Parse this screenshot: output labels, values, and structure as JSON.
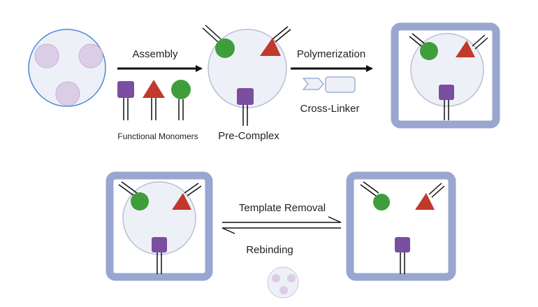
{
  "labels": {
    "assembly": "Assembly",
    "polymerization": "Polymerization",
    "cross_linker": "Cross-Linker",
    "functional_monomers": "Functional Monomers",
    "pre_complex": "Pre-Complex",
    "template_removal": "Template Removal",
    "rebinding": "Rebinding"
  },
  "colors": {
    "template_fill": "#eef0f8",
    "template_stroke_blue": "#4a86d8",
    "site_fill": "#dccde6",
    "green_monomer": "#3f9e3c",
    "red_monomer": "#c0392b",
    "purple_monomer": "#7a4ea0",
    "polymer_frame": "#98a6d0",
    "arrow": "#111111"
  }
}
